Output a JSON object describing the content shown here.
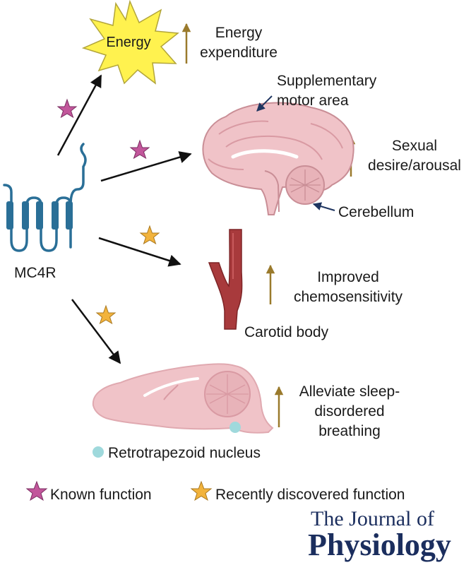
{
  "receptor": {
    "label": "MC4R"
  },
  "energy": {
    "burst_label": "Energy",
    "effect_line1": "Energy",
    "effect_line2": "expenditure"
  },
  "brain": {
    "supp_line1": "Supplementary",
    "supp_line2": "motor area",
    "effect_line1": "Sexual",
    "effect_line2": "desire/arousal",
    "cerebellum": "Cerebellum"
  },
  "carotid": {
    "effect_line1": "Improved",
    "effect_line2": "chemosensitivity",
    "label": "Carotid body"
  },
  "brainstem": {
    "effect_line1": "Alleviate sleep-",
    "effect_line2": "disordered",
    "effect_line3": "breathing",
    "rtn_label": "Retrotrapezoid nucleus"
  },
  "legend": {
    "known": "Known function",
    "recent": "Recently discovered function"
  },
  "journal": {
    "line1": "The Journal of",
    "line2": "Physiology"
  },
  "colors": {
    "known_star": "#c2569b",
    "recent_star": "#f2b33c",
    "up_arrow": "#9a7a2c",
    "receptor": "#2a6f97",
    "brain": "#f0c3c8",
    "vessel": "#a83a3c",
    "rtn_dot": "#9fd9dc",
    "burst": "#fff24f",
    "journal": "#1b2e5e"
  }
}
